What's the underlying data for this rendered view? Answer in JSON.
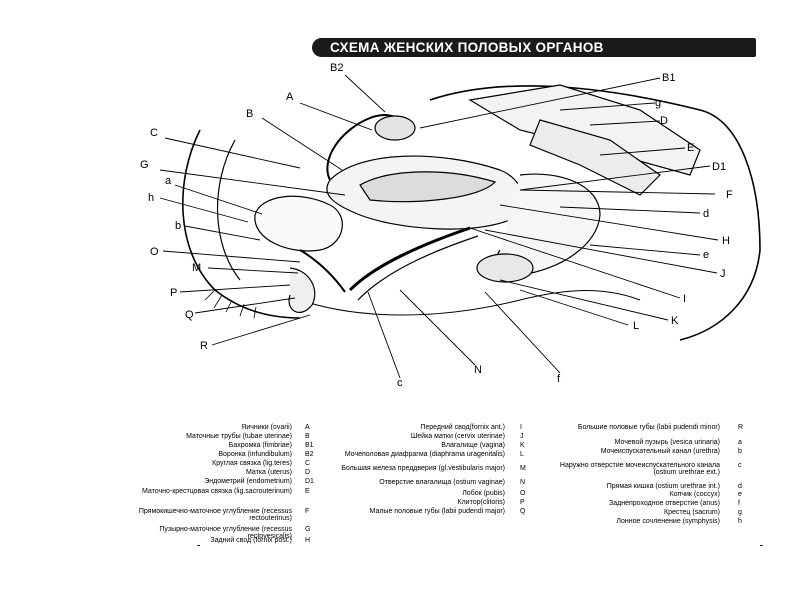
{
  "title": "СХЕМА ЖЕНСКИХ ПОЛОВЫХ ОРГАНОВ",
  "diagram_labels": {
    "B2": "B2",
    "A": "A",
    "B": "B",
    "C": "C",
    "G": "G",
    "a": "a",
    "h": "h",
    "b": "b",
    "O": "O",
    "M": "M",
    "P": "P",
    "Q": "Q",
    "R": "R",
    "c": "c",
    "N": "N",
    "f": "f",
    "B1": "B1",
    "g": "g",
    "D": "D",
    "E": "E",
    "D1": "D1",
    "F": "F",
    "d": "d",
    "H": "H",
    "e": "e",
    "J": "J",
    "I": "I",
    "K": "K",
    "L": "L"
  },
  "legend": {
    "col1": [
      {
        "text": "Яичники (ovarii)",
        "code": "A"
      },
      {
        "text": "Маточные трубы (tubae uterinae)",
        "code": "B"
      },
      {
        "text": "Бахромка (fimbriae)",
        "code": "B1"
      },
      {
        "text": "Воронка (infundibulum)",
        "code": "B2"
      },
      {
        "text": "Круглая связка (lig.teres)",
        "code": "C"
      },
      {
        "text": "Матка (uterus)",
        "code": "D"
      },
      {
        "text": "Эндометрий (endometrium)",
        "code": "D1"
      },
      {
        "text": "Маточно-крестцовая связка (lig.sacrouterinum)",
        "code": "E"
      },
      {
        "text": "Прямокишечно-маточное углубление (recessus rectouterinus)",
        "code": "F"
      },
      {
        "text": "Пузырно-маточное углубление (recessus rectovesicalis)",
        "code": "G"
      },
      {
        "text": "Задний свод (fornix post.)",
        "code": "H"
      }
    ],
    "col2": [
      {
        "text": "Передний свод(fornix ant.)",
        "code": "I"
      },
      {
        "text": "Шейка матки (cervix uterinae)",
        "code": "J"
      },
      {
        "text": "Влагалище (vagina)",
        "code": "K"
      },
      {
        "text": "Мочеполовая диафрагма (diaphrama uragenitalis)",
        "code": "L"
      },
      {
        "text": "Большая железа преддверия (gl.vestibularis major)",
        "code": "M"
      },
      {
        "text": "Отверстие влагалища (ostium vaginae)",
        "code": "N"
      },
      {
        "text": "Лобок (pubis)",
        "code": "O"
      },
      {
        "text": "Клитор(clitoris)",
        "code": "P"
      },
      {
        "text": "Малые половые губы (labii pudendi major)",
        "code": "Q"
      }
    ],
    "col3": [
      {
        "text": "Большие половые губы (labii pudendi minor)",
        "code": "R"
      },
      {
        "text": "Мочевой пузырь (vesica urinaria)",
        "code": "a"
      },
      {
        "text": "Мочеиспускательный канал (urethra)",
        "code": "b"
      },
      {
        "text": "Наружно отверстие мочеиспускательного канала (ostium urethrae ext.)",
        "code": "c"
      },
      {
        "text": "Прямая кишка (ostium urethrae int.)",
        "code": "d"
      },
      {
        "text": "Копчик (coccyx)",
        "code": "e"
      },
      {
        "text": "Заднепроходное отверстие (anus)",
        "code": "f"
      },
      {
        "text": "Крестец (sacrum)",
        "code": "g"
      },
      {
        "text": "Лонное сочленение (symphysis)",
        "code": "h"
      }
    ]
  }
}
